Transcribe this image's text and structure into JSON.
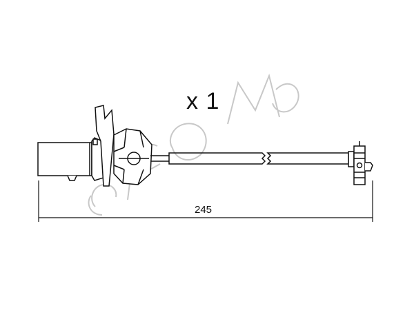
{
  "quantity_label": "x 1",
  "dimension_label": "245",
  "watermark_text": "cifam",
  "colors": {
    "line": "#111111",
    "background": "#ffffff",
    "watermark": "#c8c8c8"
  },
  "icons": {
    "watermark": "cifam-logo-watermark"
  }
}
